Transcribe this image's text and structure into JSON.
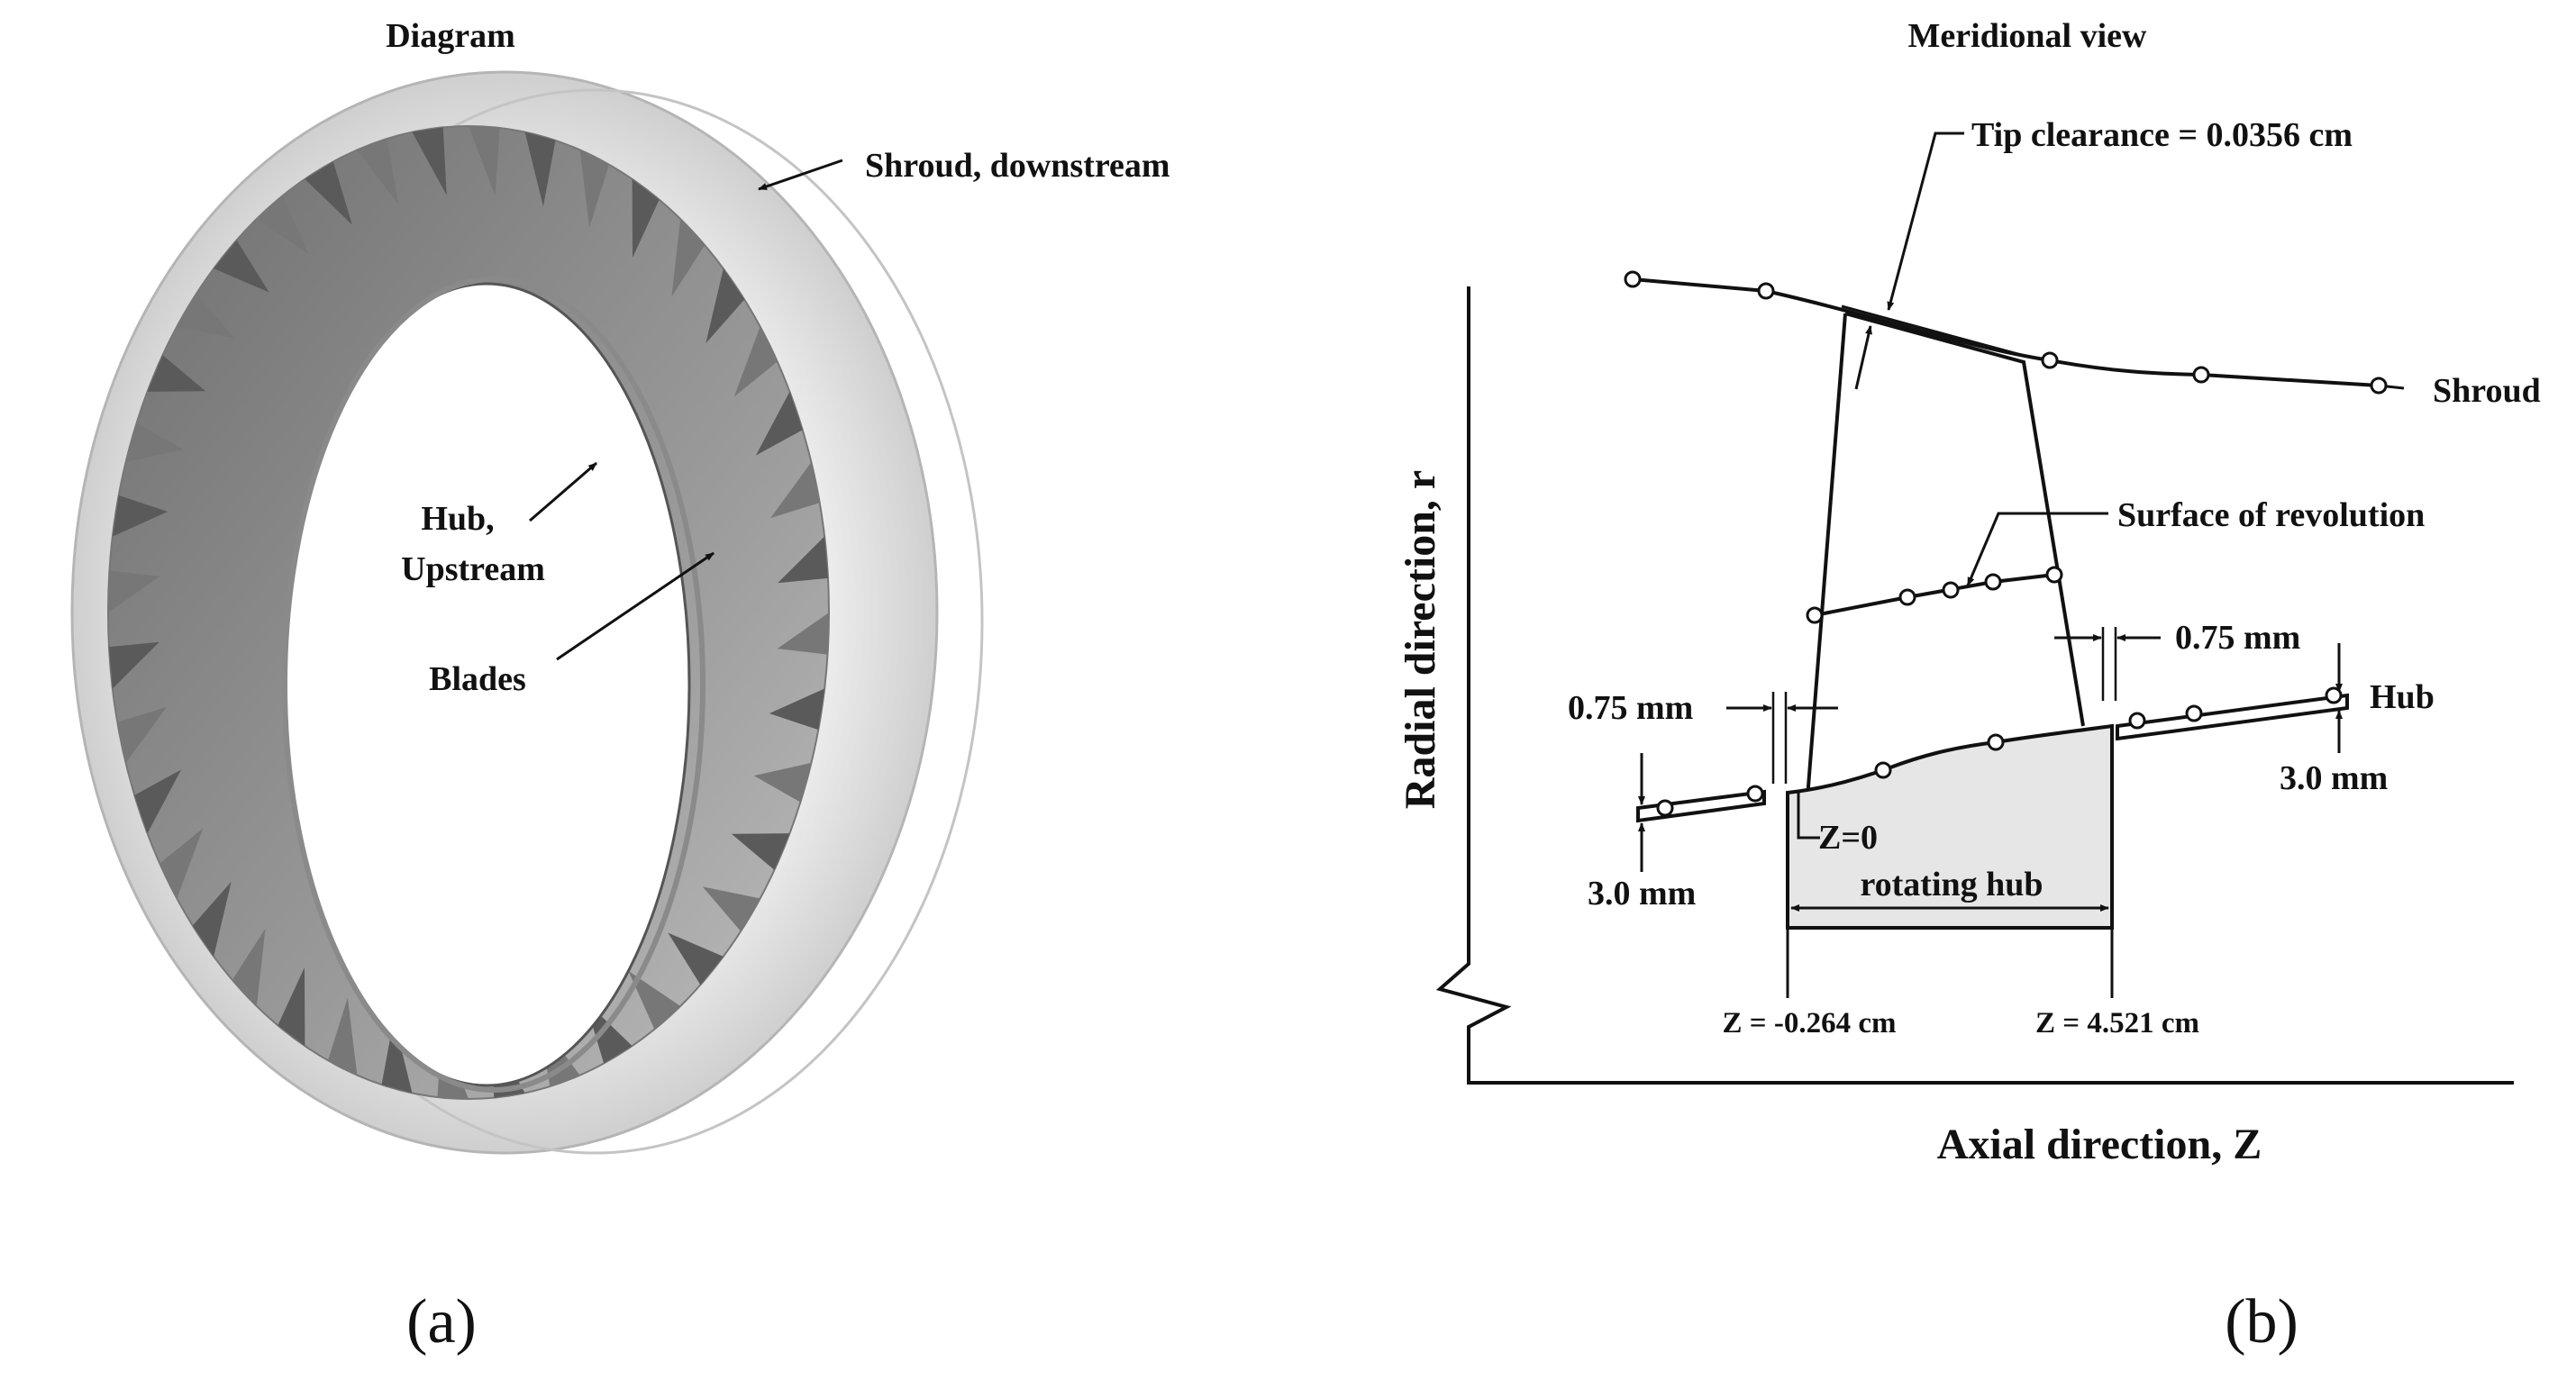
{
  "panel_a": {
    "title": "Diagram",
    "label_shroud": "Shroud, downstream",
    "label_hub_line1": "Hub,",
    "label_hub_line2": "Upstream",
    "label_blades": "Blades",
    "caption": "(a)"
  },
  "panel_b": {
    "title": "Meridional view",
    "tip_clearance": "Tip clearance = 0.0356 cm",
    "label_shroud": "Shroud",
    "label_surface": "Surface of revolution",
    "gap_right": "0.75 mm",
    "gap_left": "0.75 mm",
    "label_hub": "Hub",
    "step_right": "3.0 mm",
    "step_left": "3.0 mm",
    "z_zero": "Z=0",
    "rotating_hub": "rotating hub",
    "z_start": "Z = -0.264 cm",
    "z_end": "Z = 4.521 cm",
    "axis_y": "Radial direction, r",
    "axis_x": "Axial direction, Z",
    "caption": "(b)"
  },
  "colors": {
    "line": "#111111",
    "hub_fill": "#e6e6e6",
    "ring_outer": "#d4d4d4",
    "ring_inner": "#8c8c8c",
    "blade": "#5a5a5a"
  },
  "icons": {
    "marker": "open-circle-node"
  }
}
